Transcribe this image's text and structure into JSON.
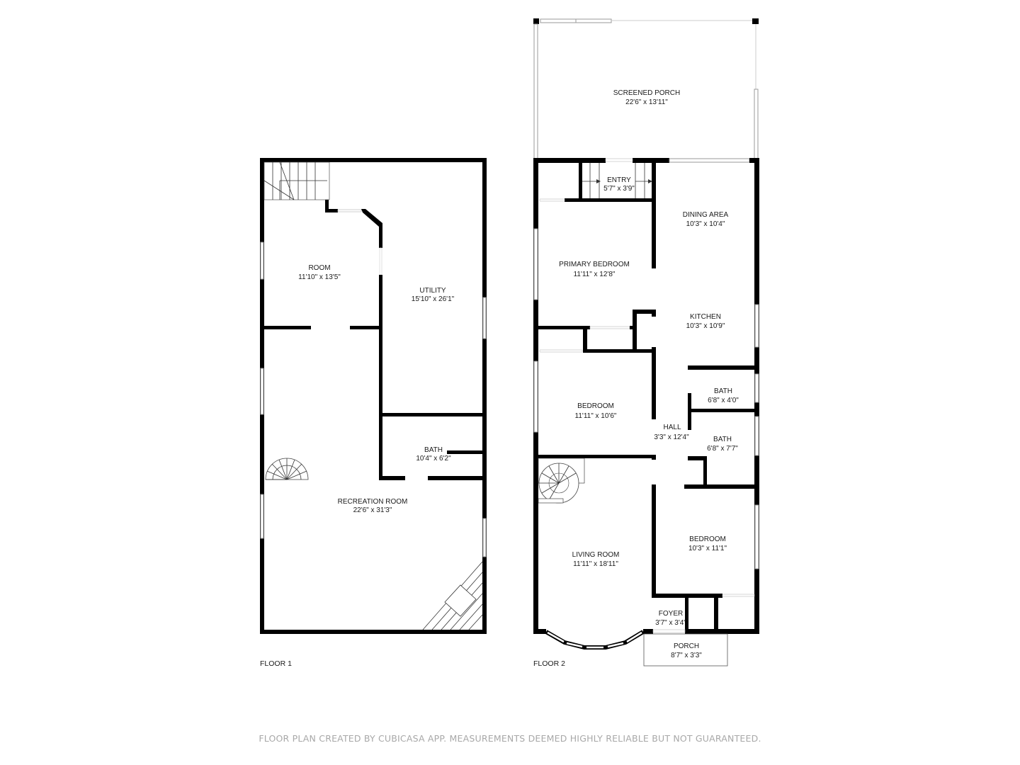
{
  "floors": [
    {
      "label": "FLOOR 1",
      "rooms": [
        {
          "name": "ROOM",
          "dim": "11'10\" x 13'5\""
        },
        {
          "name": "UTILITY",
          "dim": "15'10\" x 26'1\""
        },
        {
          "name": "BATH",
          "dim": "10'4\" x 6'2\""
        },
        {
          "name": "RECREATION ROOM",
          "dim": "22'6\" x 31'3\""
        }
      ]
    },
    {
      "label": "FLOOR 2",
      "rooms": [
        {
          "name": "SCREENED PORCH",
          "dim": "22'6\" x 13'11\""
        },
        {
          "name": "ENTRY",
          "dim": "5'7\" x 3'9\""
        },
        {
          "name": "DINING AREA",
          "dim": "10'3\" x 10'4\""
        },
        {
          "name": "PRIMARY BEDROOM",
          "dim": "11'11\" x 12'8\""
        },
        {
          "name": "KITCHEN",
          "dim": "10'3\" x 10'9\""
        },
        {
          "name": "BEDROOM",
          "dim": "11'11\" x 10'6\""
        },
        {
          "name": "BATH",
          "dim": "6'8\" x 4'0\""
        },
        {
          "name": "HALL",
          "dim": "3'3\" x 12'4\""
        },
        {
          "name": "BATH",
          "dim": "6'8\" x 7'7\""
        },
        {
          "name": "LIVING ROOM",
          "dim": "11'11\" x 18'11\""
        },
        {
          "name": "BEDROOM",
          "dim": "10'3\" x 11'1\""
        },
        {
          "name": "FOYER",
          "dim": "3'7\" x 3'4\""
        },
        {
          "name": "PORCH",
          "dim": "8'7\" x 3'3\""
        }
      ]
    }
  ],
  "footer": "FLOOR PLAN CREATED BY CUBICASA APP. MEASUREMENTS DEEMED HIGHLY RELIABLE BUT NOT GUARANTEED."
}
